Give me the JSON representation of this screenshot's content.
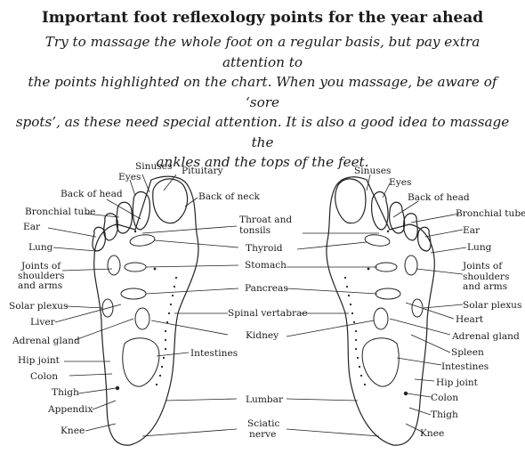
{
  "header": {
    "title": "Important foot reflexology points for the year ahead",
    "intro_lines": [
      "Try to massage the whole foot on a regular basis, but pay extra attention to",
      "the points highlighted on the chart. When you massage, be aware of ‘sore",
      "spots’, as these need special attention. It is also a good idea to massage the",
      "ankles and the tops of the feet."
    ]
  },
  "labels": {
    "sinuses": "Sinuses",
    "pituitary": "Pituitary",
    "eyes": "Eyes",
    "back_of_head": "Back of head",
    "back_of_neck": "Back of neck",
    "bronchial_tube": "Bronchial tube",
    "ear": "Ear",
    "lung": "Lung",
    "throat_l1": "Throat and",
    "throat_l2": "tonsils",
    "thyroid": "Thyroid",
    "stomach": "Stomach",
    "joints_l1": "Joints of",
    "joints_l2": "shoulders",
    "joints_l3": "and arms",
    "pancreas": "Pancreas",
    "solar_plexus": "Solar plexus",
    "liver": "Liver",
    "spinal_vertebrae": "Spinal vertabrae",
    "adrenal_gland": "Adrenal gland",
    "kidney": "Kidney",
    "intestines": "Intestines",
    "hip_joint": "Hip joint",
    "colon": "Colon",
    "thigh": "Thigh",
    "appendix": "Appendix",
    "lumbar": "Lumbar",
    "sciatic_l1": "Sciatic",
    "sciatic_l2": "nerve",
    "knee": "Knee",
    "heart": "Heart",
    "spleen": "Spleen"
  }
}
